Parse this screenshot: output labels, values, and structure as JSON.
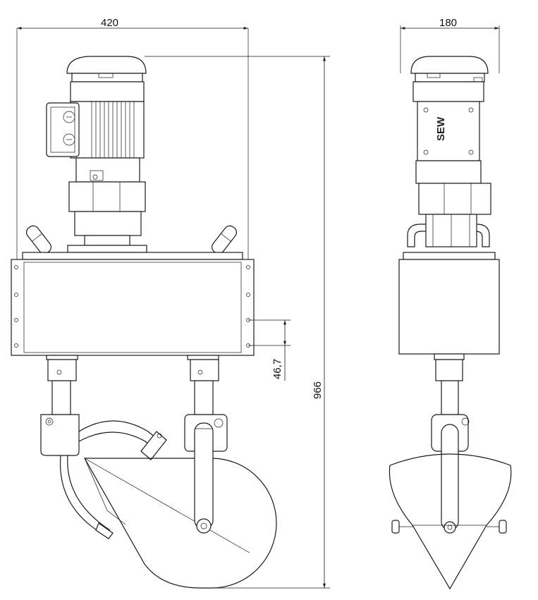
{
  "dimensions": {
    "front_width": "420",
    "side_width": "180",
    "total_height": "966",
    "offset": "46,7"
  },
  "logo": "SEW"
}
